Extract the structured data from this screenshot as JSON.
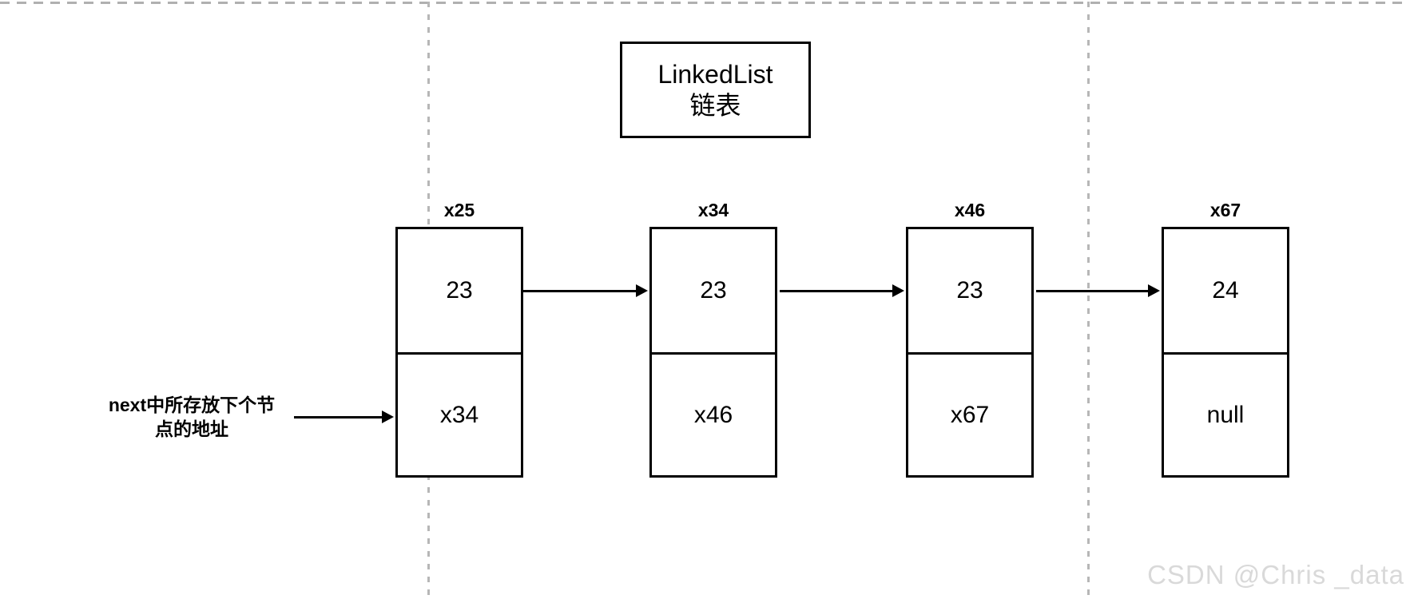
{
  "diagram": {
    "title": {
      "line1": "LinkedList",
      "line2": "链表"
    },
    "nodes": [
      {
        "address": "x25",
        "value": "23",
        "next": "x34"
      },
      {
        "address": "x34",
        "value": "23",
        "next": "x46"
      },
      {
        "address": "x46",
        "value": "23",
        "next": "x67"
      },
      {
        "address": "x67",
        "value": "24",
        "next": "null"
      }
    ],
    "annotation": {
      "line1": "next中所存放下个节",
      "line2": "点的地址"
    },
    "watermark": "CSDN @Chris _data",
    "colors": {
      "stroke": "#000000",
      "guide_gray": "#b0b0b0",
      "watermark_gray": "#d9d9d9",
      "background": "#ffffff"
    }
  }
}
